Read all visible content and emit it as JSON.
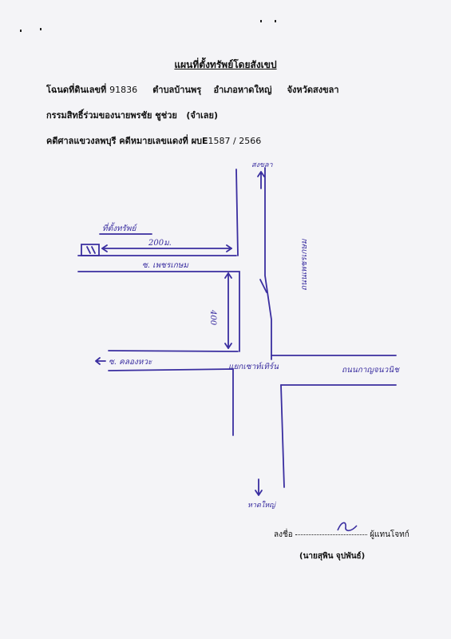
{
  "header": {
    "title": "แผนที่ตั้งทรัพย์โดยสังเขป",
    "deed_label": "โฉนดที่ดินเลขที่",
    "deed_number": "91836",
    "subdistrict": "ตำบลบ้านพรุ",
    "district": "อำเภอหาดใหญ่",
    "province": "จังหวัดสงขลา",
    "ownership": "กรรมสิทธิ์ร่วมของนายพรชัย ชูช่วย",
    "defendant": "(จำเลย)",
    "case_label": "คดีศาลแขวงลพบุรี คดีหมายเลขแดงที่ ผบ",
    "case_e": "E",
    "case_number": "1587 / 2566"
  },
  "map": {
    "label_property": "ที่ตั้งทรัพย์",
    "label_200": "200ม.",
    "label_soi": "ซ. เพชรเกษม",
    "label_400": "400",
    "label_left_road": "ซ. คลองหวะ",
    "label_right_road": "ถนนกาญจนวนิช",
    "label_junction": "แยกเซาท์เทิร์น",
    "label_vertical_road": "ถนนเพชรเกษม",
    "label_north": "สงขลา",
    "label_south": "หาดใหญ่"
  },
  "signature": {
    "sign_prefix": "ลงชื่อ",
    "sign_suffix": "ผู้แทนโจทก์",
    "name": "(นายสุพิน จุปพันธ์)"
  },
  "colors": {
    "ink": "#3a2ea0",
    "paper": "#f4f4f7"
  }
}
